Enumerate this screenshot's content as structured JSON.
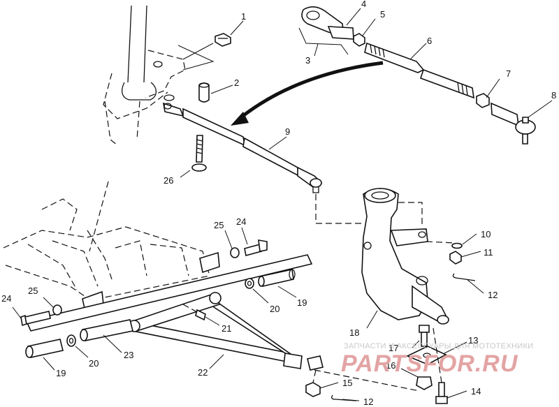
{
  "callouts": {
    "c1": "1",
    "c2": "2",
    "c3": "3",
    "c4": "4",
    "c5": "5",
    "c6": "6",
    "c7": "7",
    "c8": "8",
    "c9": "9",
    "c10": "10",
    "c11": "11",
    "c12a": "12",
    "c13": "13",
    "c14": "14",
    "c15": "15",
    "c16": "16",
    "c12b": "12",
    "c17": "17",
    "c18": "18",
    "c19a": "19",
    "c20a": "20",
    "c21": "21",
    "c22": "22",
    "c23": "23",
    "c19b": "19",
    "c20b": "20",
    "c24a": "24",
    "c25a": "25",
    "c24b": "24",
    "c25b": "25",
    "c26": "26"
  },
  "watermark": {
    "caption": "ЗАПЧАСТИ И АКСЕССУАРЫ ДЛЯ МОТОТЕХНИКИ",
    "brand": "PARTSFOR.RU"
  }
}
